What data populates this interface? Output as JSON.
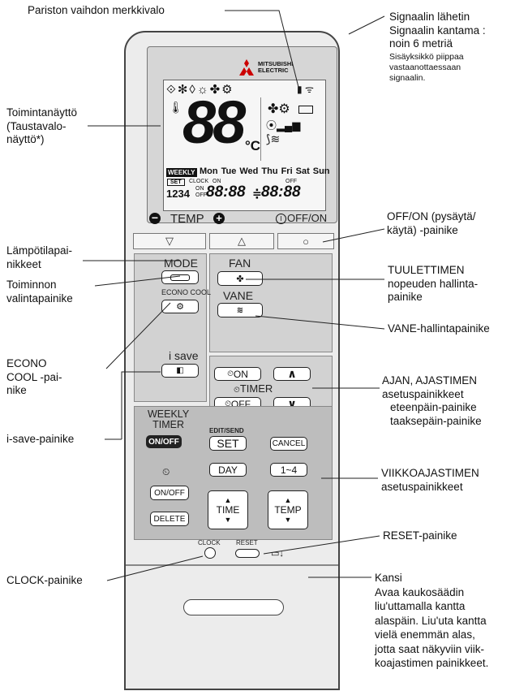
{
  "brand": {
    "name_line1": "MITSUBISHI",
    "name_line2": "ELECTRIC"
  },
  "display": {
    "digits": "88",
    "unit": "°C",
    "weekly_badge": "WEEKLY",
    "days": [
      "Mon",
      "Tue",
      "Wed",
      "Thu",
      "Fri",
      "Sat",
      "Sun"
    ],
    "set_badge": "SET",
    "clock_label": "CLOCK",
    "on_label": "ON",
    "off_label": "OFF",
    "program_numbers": "1234",
    "time_left": "88:88",
    "time_right": "88:88"
  },
  "remote": {
    "temp_label": "TEMP",
    "offon_label": "OFF/ON",
    "mode_label": "MODE",
    "econo_cool_label": "ECONO COOL",
    "i_save_label": "i save",
    "fan_label": "FAN",
    "vane_label": "VANE",
    "timer_on_label": "ON",
    "timer_label": "TIMER",
    "timer_off_label": "OFF",
    "weekly_timer_line1": "WEEKLY",
    "weekly_timer_line2": "TIMER",
    "weekly_onoff": "ON/OFF",
    "edit_send_label": "EDIT/SEND",
    "set_label": "SET",
    "cancel_label": "CANCEL",
    "day_label": "DAY",
    "range_label": "1~4",
    "onoff_label": "ON/OFF",
    "delete_label": "DELETE",
    "time_label": "TIME",
    "temp_btn_label": "TEMP",
    "clock_label": "CLOCK",
    "reset_label": "RESET"
  },
  "labels": {
    "battery_indicator": "Pariston vaihdon merkkivalo",
    "signal_transmitter": [
      "Signaalin lähetin",
      "Signaalin kantama :",
      "noin 6 metriä"
    ],
    "signal_note": [
      "Sisäyksikkö piippaa",
      "vastaanottaessaan",
      "signaalin."
    ],
    "operation_display": [
      "Toimintanäyttö",
      "(Taustavalo-",
      "näyttö*)"
    ],
    "offon_button": [
      "OFF/ON (pysäytä/",
      "käytä) -painike"
    ],
    "temp_buttons": [
      "Lämpötilapai-",
      "nikkeet"
    ],
    "mode_button": [
      "Toiminnon",
      "valintapainike"
    ],
    "fan_button": [
      "TUULETTIMEN",
      "nopeuden hallinta-",
      "painike"
    ],
    "vane_button": "VANE-hallintapainike",
    "econo_cool_button": [
      "ECONO",
      "COOL -pai-",
      "nike"
    ],
    "timer_buttons": [
      "AJAN, AJASTIMEN",
      "asetuspainikkeet",
      "eteenpäin-painike",
      "taaksepäin-painike"
    ],
    "isave_button": "i-save-painike",
    "weekly_timer_buttons": [
      "VIIKKOAJASTIMEN",
      "asetuspainikkeet"
    ],
    "reset_button": "RESET-painike",
    "clock_button": "CLOCK-painike",
    "cover": [
      "Kansi",
      "Avaa kaukosäädin",
      "liu'uttamalla kantta",
      "alaspäin. Liu'uta kantta",
      "vielä enemmän alas,",
      "jotta saat näkyviin viik-",
      "koajastimen painikkeet."
    ]
  }
}
